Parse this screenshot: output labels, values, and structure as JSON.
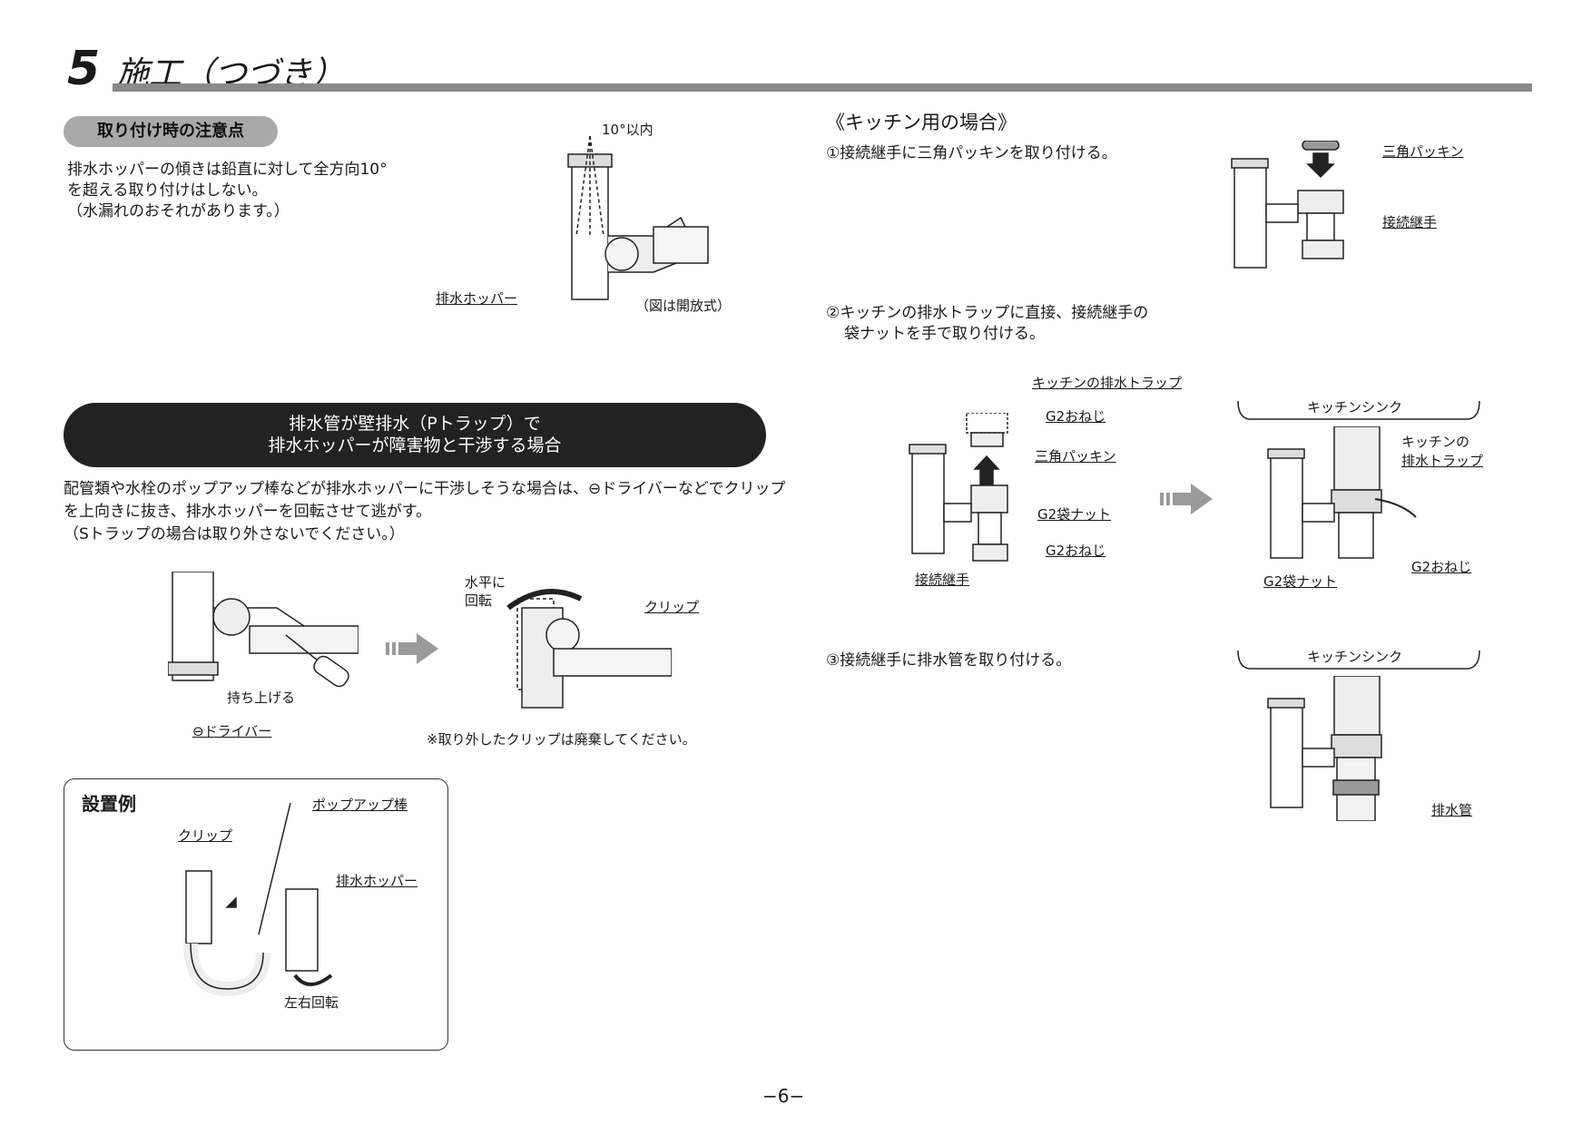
{
  "header": {
    "section_number": "5",
    "section_title": "施工（つづき）"
  },
  "left": {
    "caution": {
      "pill_label": "取り付け時の注意点",
      "lines": [
        "排水ホッパーの傾きは鉛直に対して全方向10°",
        "を超える取り付けはしない。",
        "（水漏れのおそれがあります。）"
      ],
      "fig_labels": {
        "angle": "10°以内",
        "hopper": "排水ホッパー",
        "note": "（図は開放式）"
      }
    },
    "banner": {
      "line1": "排水管が壁排水（Pトラップ）で",
      "line2": "排水ホッパーが障害物と干渉する場合"
    },
    "body_lines": [
      "配管類や水栓のポップアップ棒などが排水ホッパーに干渉しそうな場合は、⊖ドライバーなどでクリップ",
      "を上向きに抜き、排水ホッパーを回転させて逃がす。",
      "（Sトラップの場合は取り外さないでください。）"
    ],
    "fig2_labels": {
      "lift": "持ち上げる",
      "driver": "⊖ドライバー",
      "rotate_line1": "水平に",
      "rotate_line2": "回転",
      "clip": "クリップ",
      "note": "※取り外したクリップは廃棄してください。"
    },
    "example": {
      "title": "設置例",
      "clip": "クリップ",
      "popup_rod": "ポップアップ棒",
      "hopper": "排水ホッパー",
      "rotate": "左右回転"
    }
  },
  "right": {
    "heading": "《キッチン用の場合》",
    "step1": {
      "text": "①接続継手に三角パッキンを取り付ける。",
      "labels": {
        "packing": "三角パッキン",
        "joint": "接続継手"
      }
    },
    "step2": {
      "line1": "②キッチンの排水トラップに直接、接続継手の",
      "line2": "袋ナットを手で取り付ける。",
      "labels": {
        "trap": "キッチンの排水トラップ",
        "g2_male_top": "G2おねじ",
        "packing": "三角パッキン",
        "g2_nut": "G2袋ナット",
        "g2_male_bottom": "G2おねじ",
        "joint": "接続継手",
        "sink": "キッチンシンク",
        "trap2_line1": "キッチンの",
        "trap2_line2": "排水トラップ",
        "g2_male_right": "G2おねじ",
        "g2_nut_right": "G2袋ナット"
      }
    },
    "step3": {
      "text": "③接続継手に排水管を取り付ける。",
      "labels": {
        "sink": "キッチンシンク",
        "pipe": "排水管"
      }
    }
  },
  "footer": {
    "page": "−6−"
  },
  "colors": {
    "bar": "#8a8a8a",
    "pill": "#a9a9a9",
    "banner": "#222222",
    "arrow": "#9a9a9a"
  }
}
